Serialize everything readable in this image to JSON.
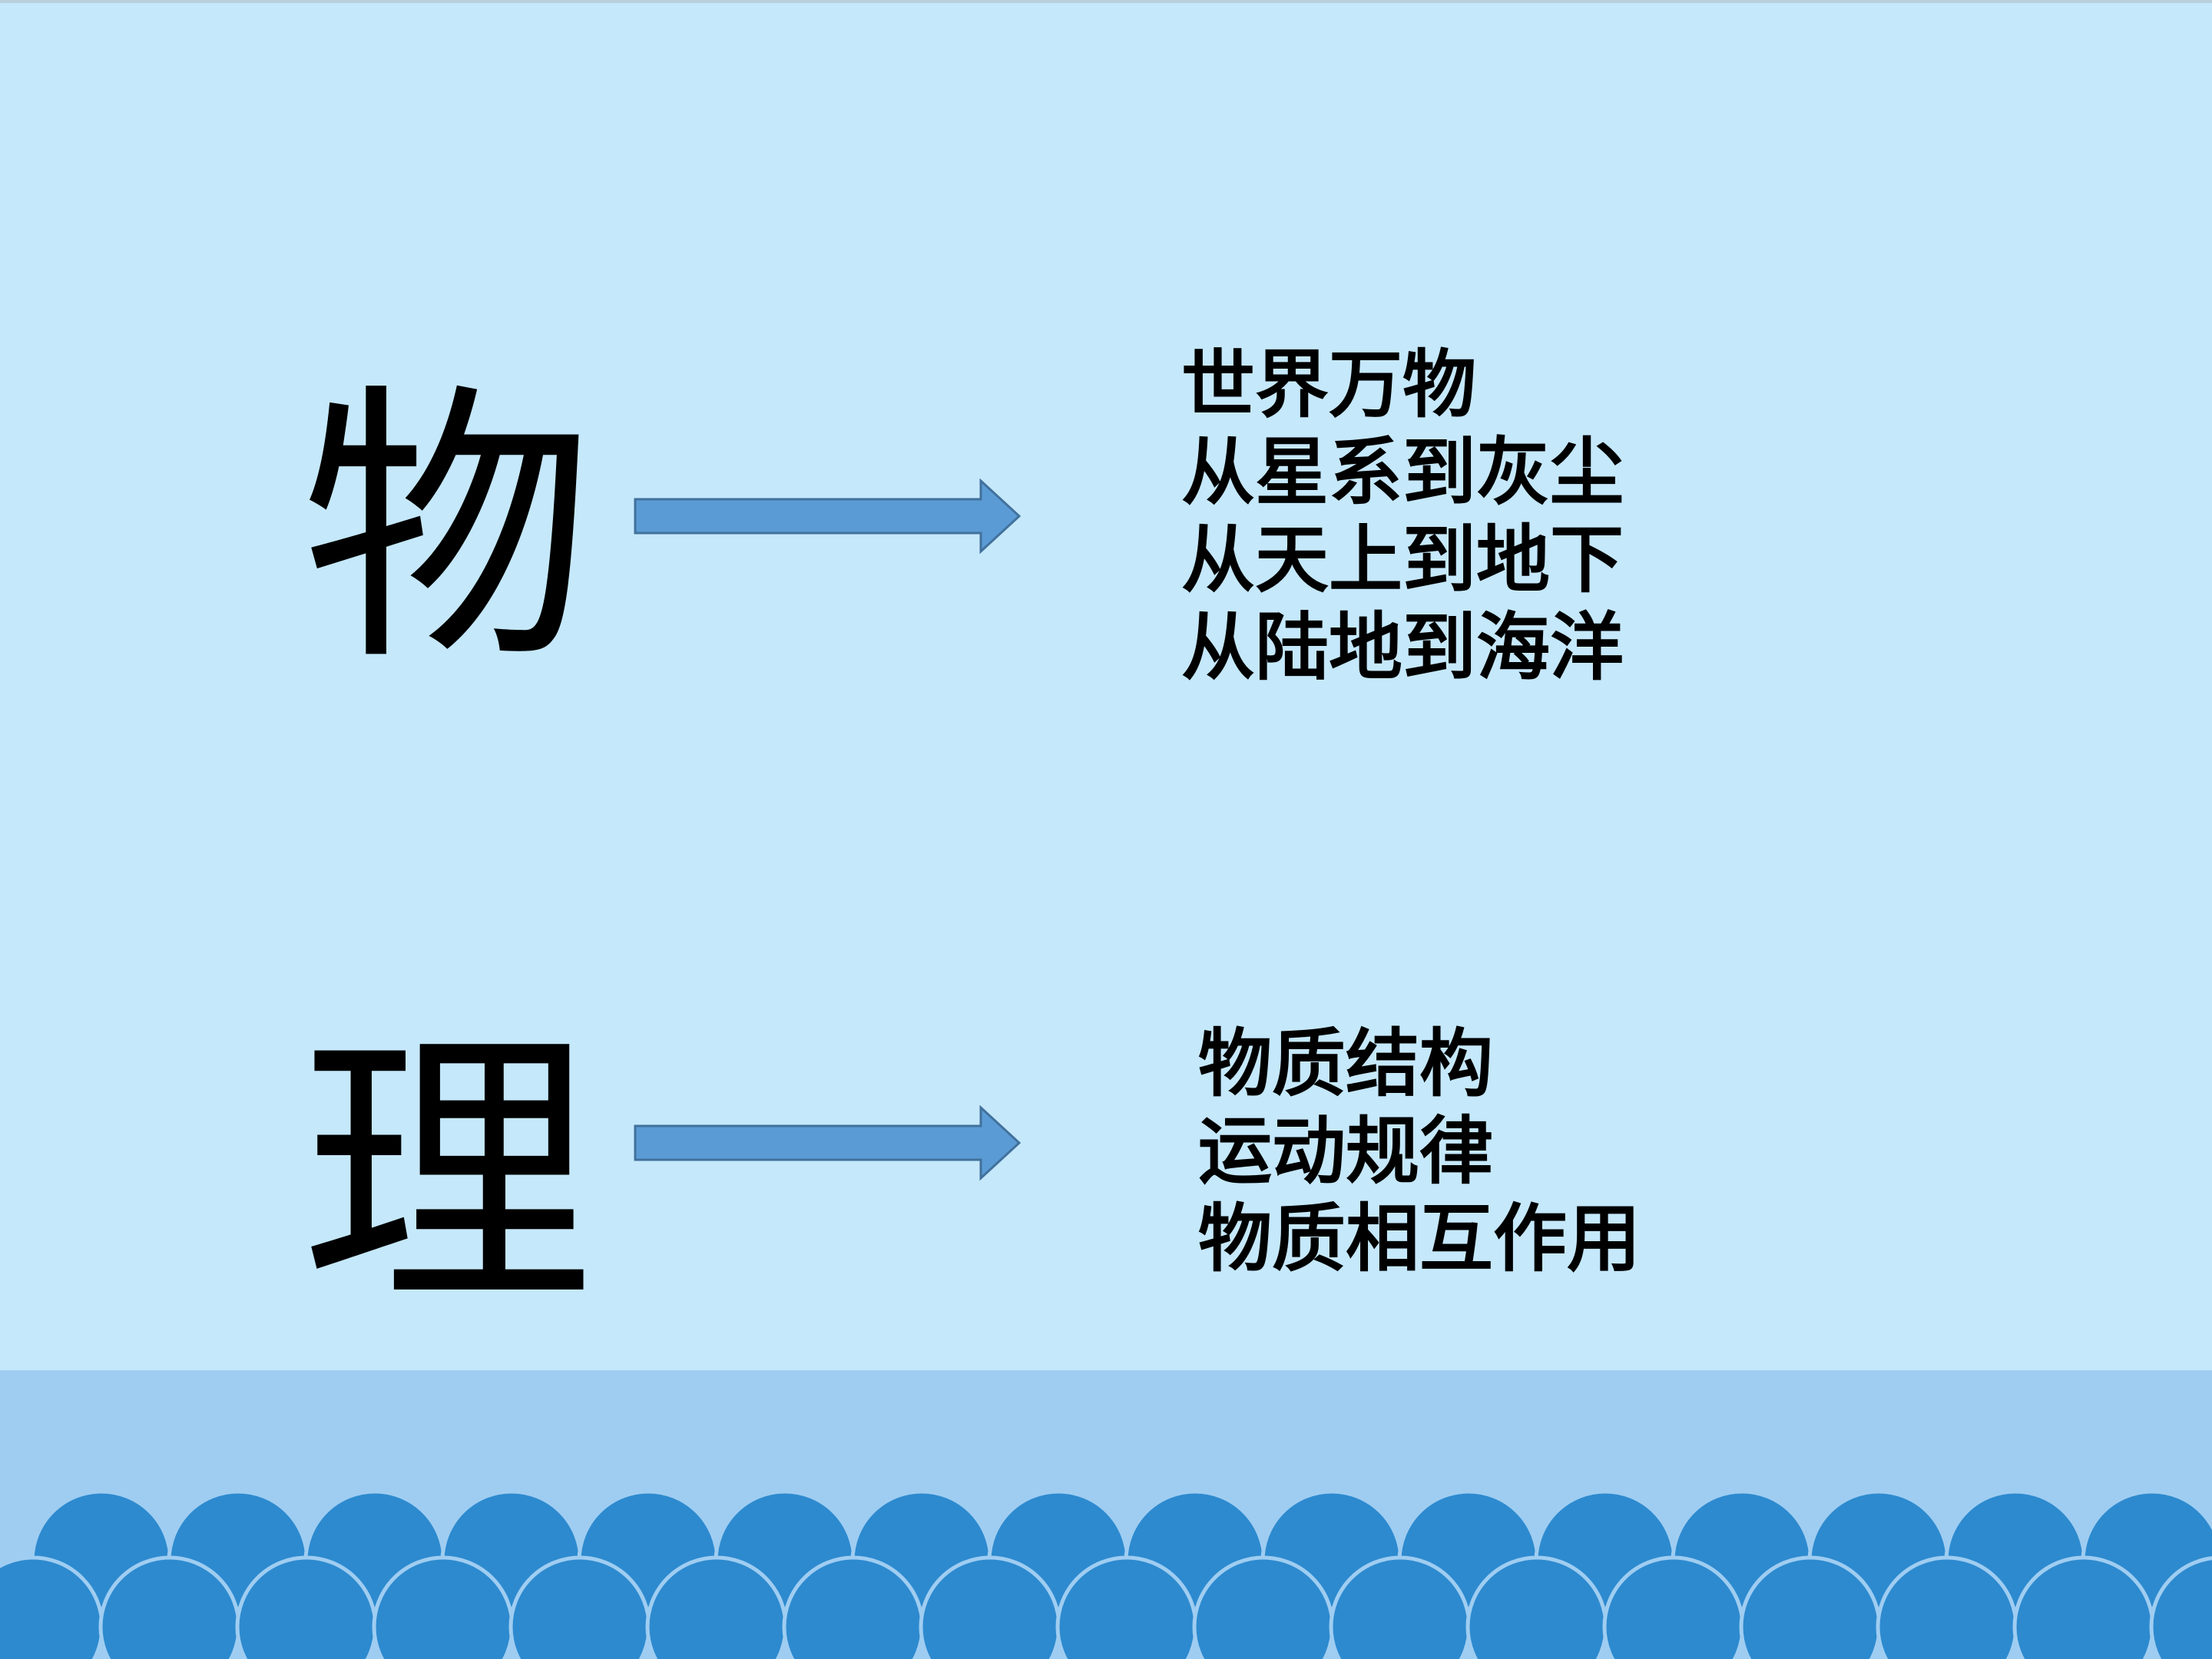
{
  "slide": {
    "colors": {
      "background": "#c5e8fb",
      "band": "#9fcdf1",
      "wave": "#2d8acf",
      "arrow_fill": "#5b9bd5",
      "arrow_stroke": "#41719c",
      "text": "#000000"
    },
    "sections": [
      {
        "character": "物",
        "lines": [
          "世界万物",
          "从星系到灰尘",
          "从天上到地下",
          "从陆地到海洋"
        ]
      },
      {
        "character": "理",
        "lines": [
          "物质结构",
          "运动规律",
          "物质相互作用"
        ]
      }
    ]
  }
}
